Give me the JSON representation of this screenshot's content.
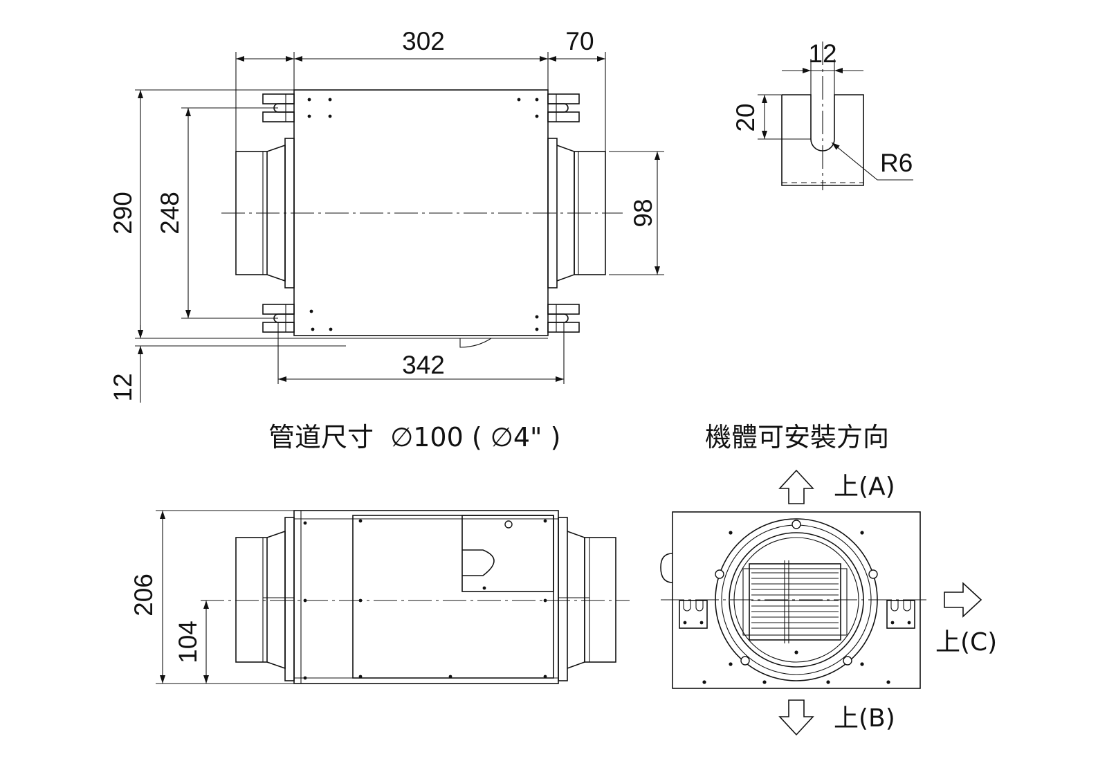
{
  "top_view": {
    "dim_width": "302",
    "dim_flange": "70",
    "dim_height": "290",
    "dim_mount_spacing": "248",
    "dim_duct_diameter": "98",
    "dim_mount_width": "342",
    "dim_base_offset": "12"
  },
  "slot_detail": {
    "dim_slot_width": "12",
    "dim_slot_depth": "20",
    "radius_label": "R6"
  },
  "duct_note": "管道尺寸  ∅100 ( ∅4\" )",
  "side_view": {
    "dim_total_height": "206",
    "dim_center_height": "104"
  },
  "orientation": {
    "title": "機體可安裝方向",
    "label_a": "上(A)",
    "label_b": "上(B)",
    "label_c": "上(C)"
  }
}
